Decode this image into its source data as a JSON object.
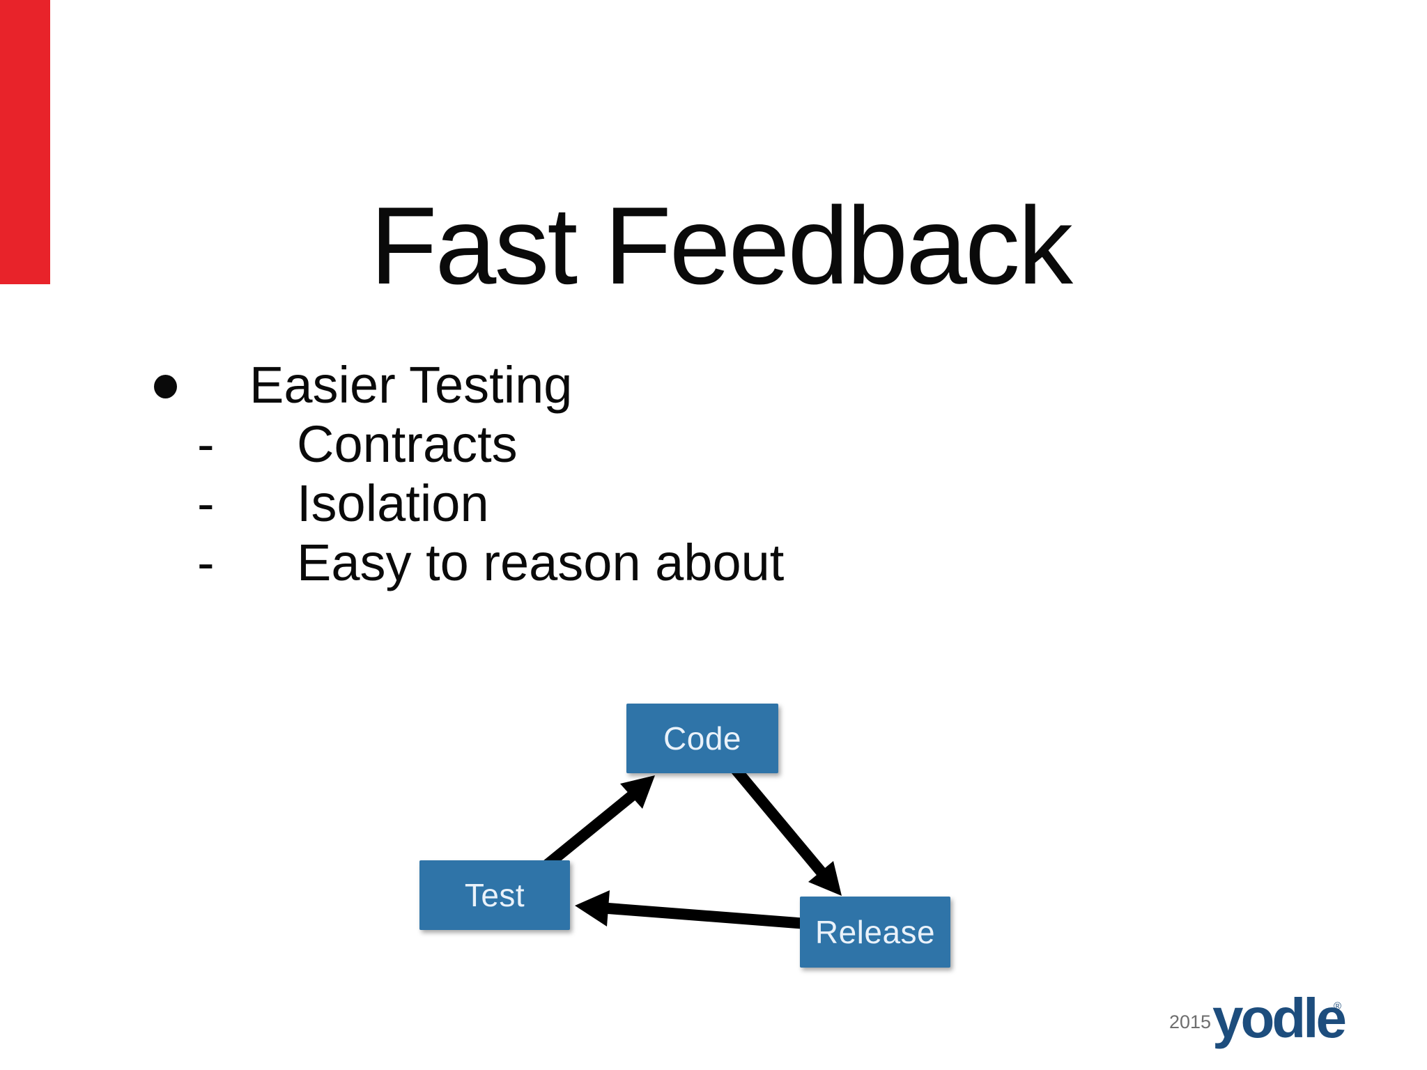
{
  "slide": {
    "title": "Fast Feedback",
    "bullets": [
      {
        "level": 1,
        "marker": "•",
        "label": "Easier Testing"
      },
      {
        "level": 2,
        "marker": "-",
        "label": "Contracts"
      },
      {
        "level": 2,
        "marker": "-",
        "label": "Isolation"
      },
      {
        "level": 2,
        "marker": "-",
        "label": "Easy to reason about"
      }
    ]
  },
  "diagram": {
    "type": "cycle",
    "nodes": [
      {
        "id": "code",
        "label": "Code"
      },
      {
        "id": "test",
        "label": "Test"
      },
      {
        "id": "release",
        "label": "Release"
      }
    ],
    "edges": [
      {
        "from": "test",
        "to": "code"
      },
      {
        "from": "code",
        "to": "release"
      },
      {
        "from": "release",
        "to": "test"
      }
    ],
    "colors": {
      "node_fill": "#2f74a8",
      "node_text": "#eaf2fa",
      "arrow": "#000000"
    }
  },
  "footer": {
    "year": "2015",
    "logo_text": "yodle",
    "logo_mark": "®"
  },
  "colors": {
    "background": "#ffffff",
    "title_text": "#0a0a0a",
    "body_text": "#0a0a0a",
    "year_text": "#6e6e6e",
    "logo_color": "#1d4d7d",
    "accent_bar": "#e8232a"
  }
}
